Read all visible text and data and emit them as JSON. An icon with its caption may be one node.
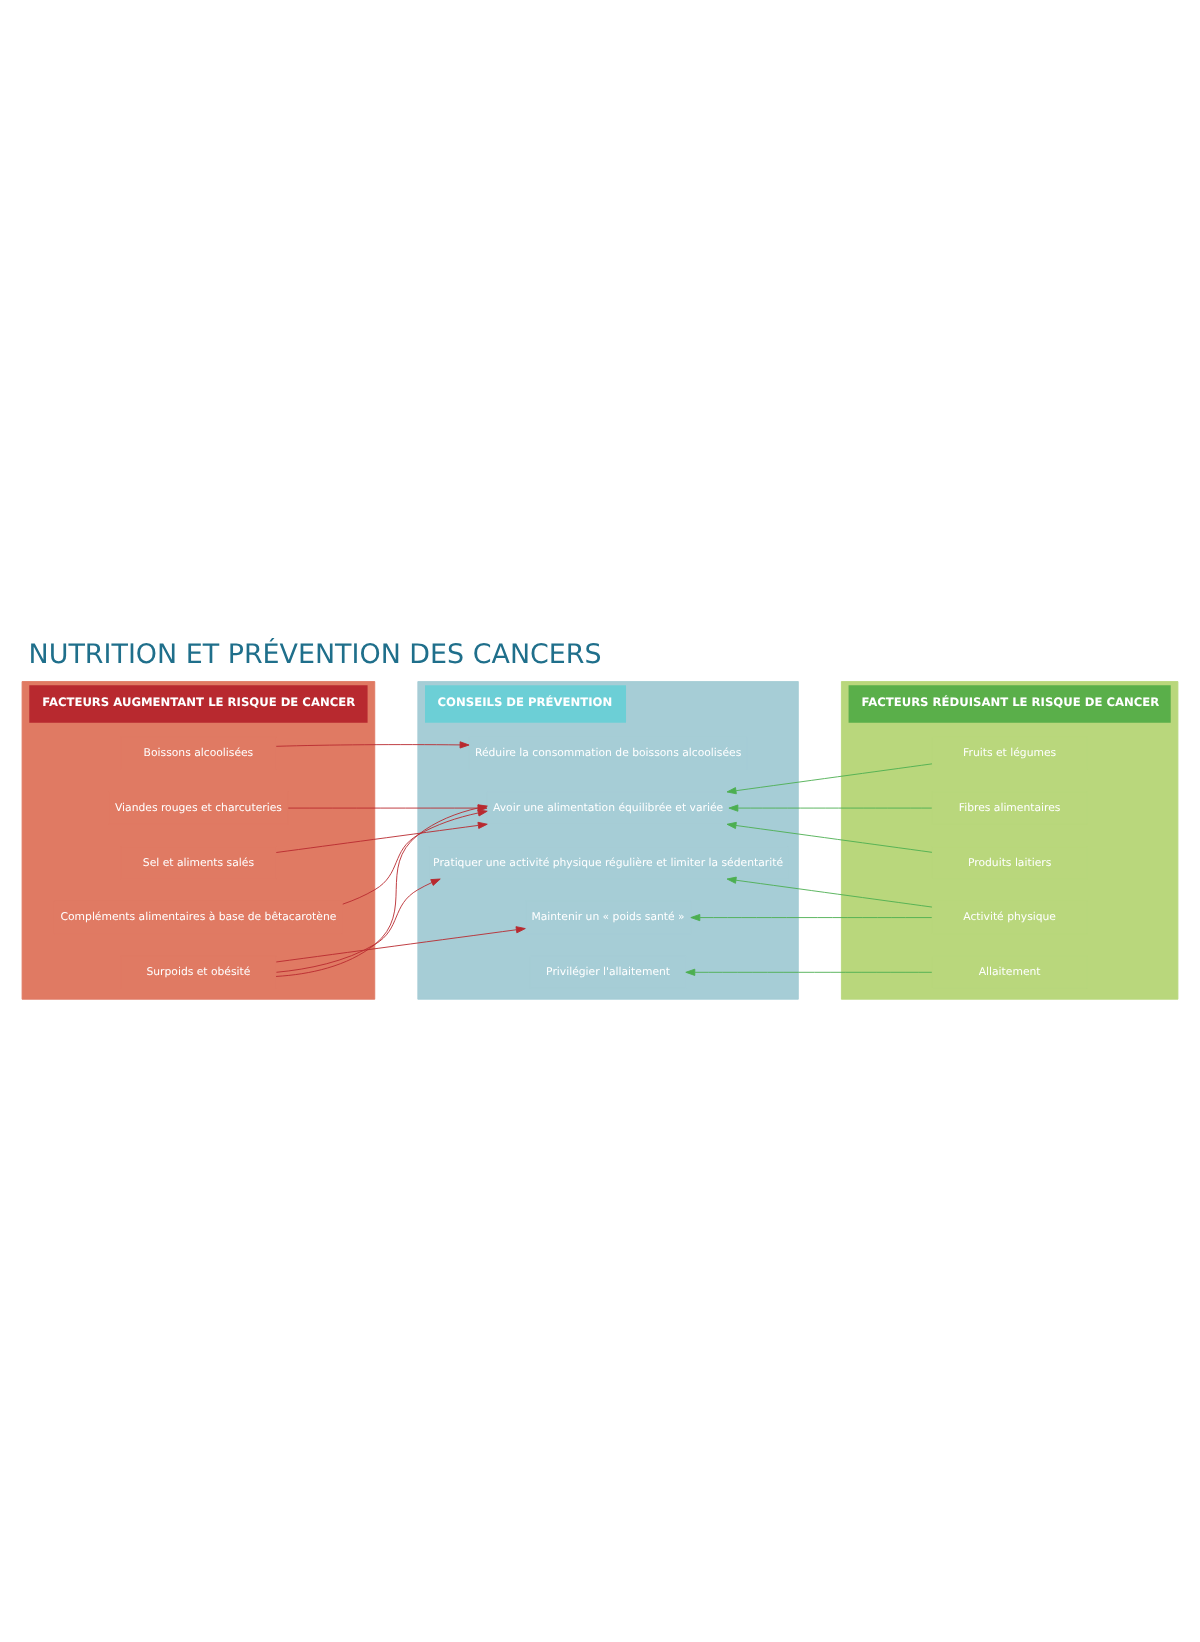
{
  "diagram": {
    "title": "NUTRITION ET PRÉVENTION DES CANCERS",
    "nodes": [
      {
        "text": [
          "FACTEURS AUGMENTANT LE RISQUE DE CANCER"
        ]
      },
      {
        "text": [
          "Boissons alcoolisées"
        ],
        "in": 0
      },
      {
        "text": [
          "Viandes rouges et charcuteries"
        ],
        "in": 0
      },
      {
        "text": [
          "Sel et aliments salés"
        ],
        "in": 0
      },
      {
        "text": [
          "Compléments alimentaires à base de bêtacarotène"
        ],
        "in": 0
      },
      {
        "text": [
          "Surpoids et obésité"
        ],
        "in": 0
      },
      {
        "text": [
          "CONSEILS DE PRÉVENTION"
        ]
      },
      {
        "text": [
          "Réduire la consommation de boissons alcoolisées"
        ],
        "in": 6
      },
      {
        "text": [
          "Avoir une alimentation équilibrée et variée"
        ],
        "in": 6
      },
      {
        "text": [
          "Pratiquer une activité physique régulière et limiter la sédentarité"
        ],
        "in": 6
      },
      {
        "text": [
          "Maintenir un « poids santé »"
        ],
        "in": 6
      },
      {
        "text": [
          "Privilégier l'allaitement"
        ],
        "in": 6
      },
      {
        "text": [
          "FACTEURS RÉDUISANT LE RISQUE DE CANCER"
        ]
      },
      {
        "text": [
          "Fruits et légumes"
        ],
        "in": 12
      },
      {
        "text": [
          "Fibres alimentaires"
        ],
        "in": 12
      },
      {
        "text": [
          "Produits laitiers"
        ],
        "in": 12
      },
      {
        "text": [
          "Activité physique"
        ],
        "in": 12
      },
      {
        "text": [
          "Allaitement"
        ],
        "in": 12
      }
    ],
    "edges": [
      {
        "from": 1,
        "to": 7,
        "arrow": "to",
        "color": "#b8292f"
      },
      {
        "from": 2,
        "to": 8,
        "arrow": "to",
        "color": "#b8292f"
      },
      {
        "from": 3,
        "to": 8,
        "arrow": "to",
        "color": "#b8292f"
      },
      {
        "from": 4,
        "to": 8,
        "arrow": "to",
        "color": "#b8292f"
      },
      {
        "from": 5,
        "to": 8,
        "arrow": "to",
        "color": "#b8292f"
      },
      {
        "from": 5,
        "to": 9,
        "arrow": "to",
        "color": "#b8292f"
      },
      {
        "from": 5,
        "to": 10,
        "arrow": "to",
        "color": "#b8292f"
      },
      {
        "from": 13,
        "to": 8,
        "arrow": "to",
        "color": "#4caf50"
      },
      {
        "from": 14,
        "to": 8,
        "arrow": "to",
        "color": "#4caf50"
      },
      {
        "from": 15,
        "to": 8,
        "arrow": "to",
        "color": "#4caf50"
      },
      {
        "from": 16,
        "to": 9,
        "arrow": "to",
        "color": "#4caf50"
      },
      {
        "from": 16,
        "to": 10,
        "arrow": "to",
        "color": "#4caf50"
      },
      {
        "from": 17,
        "to": 11,
        "arrow": "to",
        "color": "#4caf50"
      }
    ]
  }
}
